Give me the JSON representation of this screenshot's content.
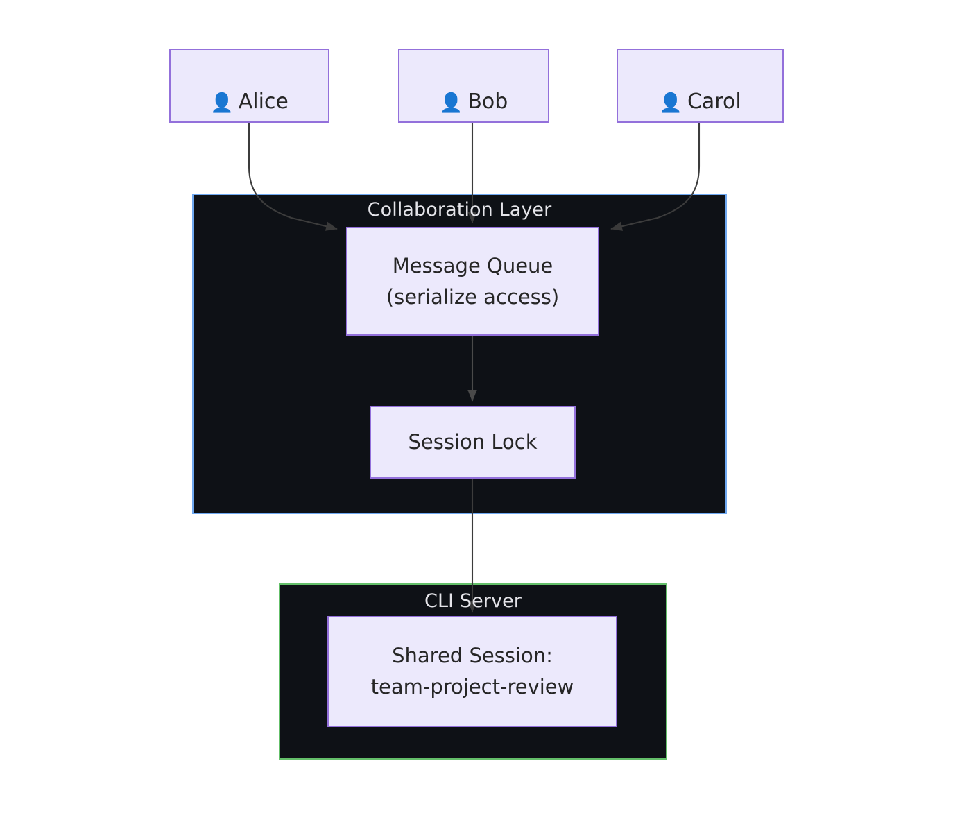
{
  "diagram": {
    "type": "flowchart",
    "direction": "top-down",
    "background_color": "#ffffff",
    "node_fill": "#ece9fc",
    "node_border": "#9370db",
    "subgraph_fill": "#0e1116",
    "edge_color": "#333333"
  },
  "users": [
    {
      "id": "alice",
      "icon": "person-icon",
      "icon_glyph": "👤",
      "label": "Alice"
    },
    {
      "id": "bob",
      "icon": "person-icon",
      "icon_glyph": "👤",
      "label": "Bob"
    },
    {
      "id": "carol",
      "icon": "person-icon",
      "icon_glyph": "👤",
      "label": "Carol"
    }
  ],
  "collaboration_layer": {
    "title": "Collaboration Layer",
    "border_color": "#6fa8f0",
    "nodes": [
      {
        "id": "message-queue",
        "label": "Message Queue\n(serialize access)"
      },
      {
        "id": "session-lock",
        "label": "Session Lock"
      }
    ]
  },
  "cli_server": {
    "title": "CLI Server",
    "border_color": "#64bf6a",
    "nodes": [
      {
        "id": "shared-session",
        "label": "Shared Session:\nteam-project-review"
      }
    ]
  },
  "edges": [
    {
      "from": "alice",
      "to": "message-queue",
      "label": ""
    },
    {
      "from": "bob",
      "to": "message-queue",
      "label": ""
    },
    {
      "from": "carol",
      "to": "message-queue",
      "label": ""
    },
    {
      "from": "message-queue",
      "to": "session-lock",
      "label": ""
    },
    {
      "from": "session-lock",
      "to": "shared-session",
      "label": ""
    }
  ]
}
